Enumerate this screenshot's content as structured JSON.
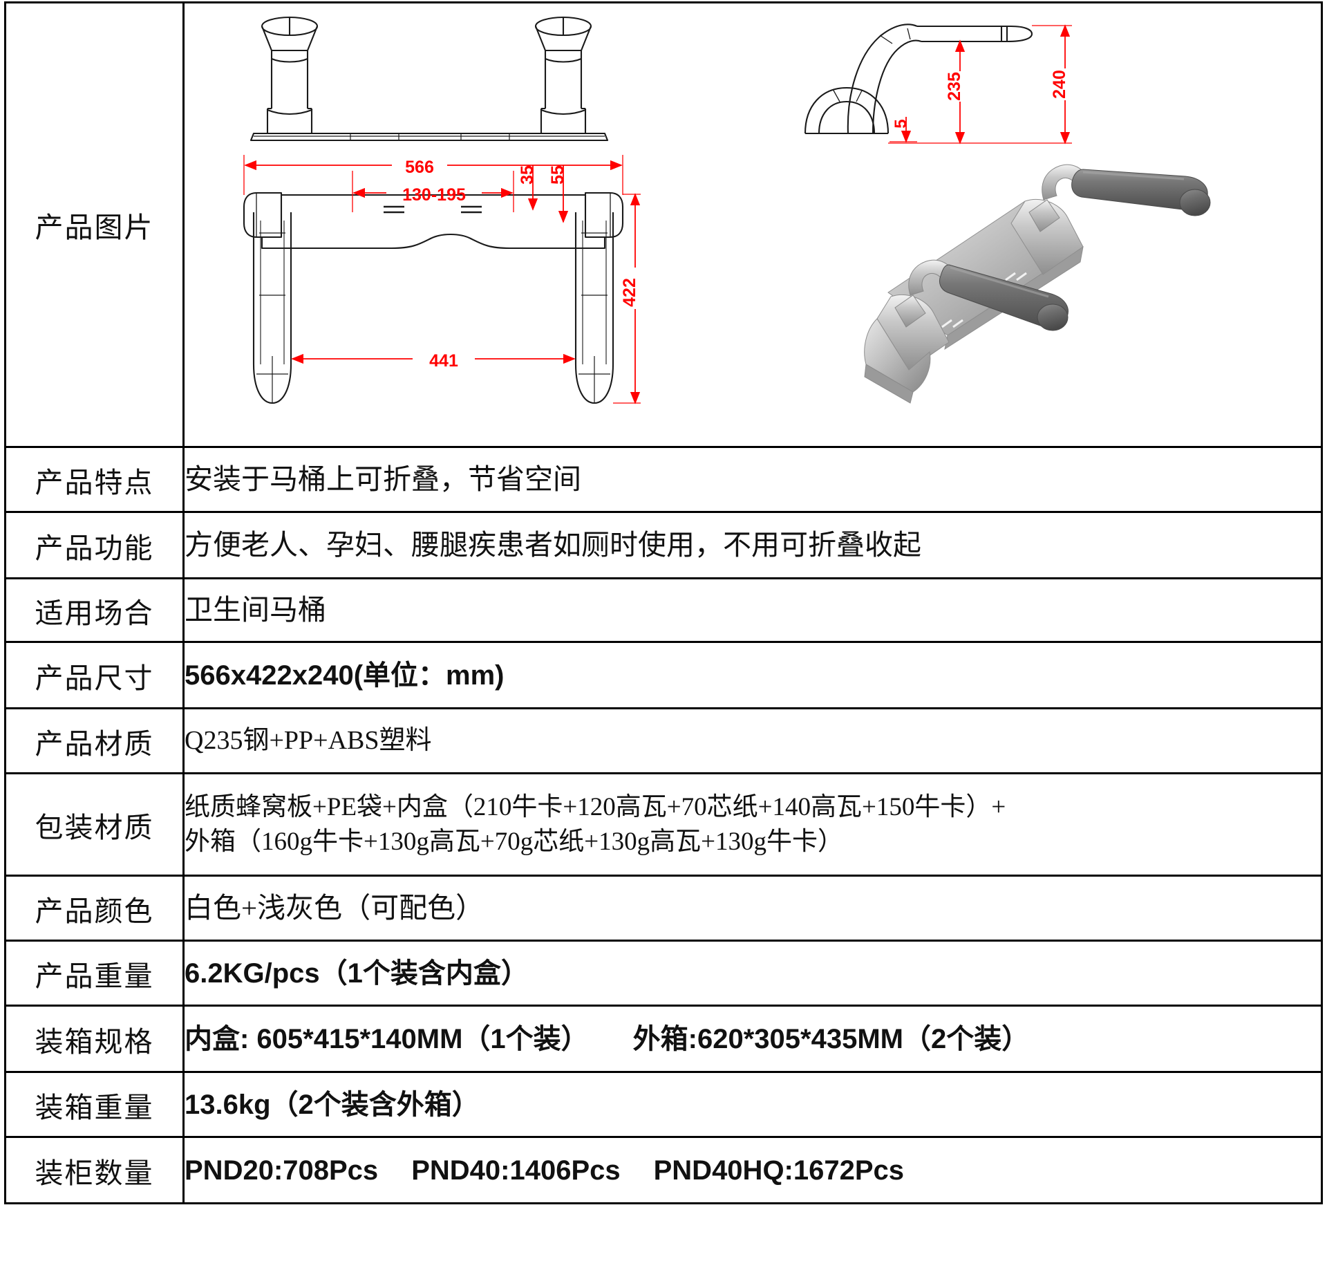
{
  "table": {
    "rows": [
      {
        "label": "产品图片",
        "type": "image"
      },
      {
        "label": "产品特点",
        "value": "安装于马桶上可折叠，节省空间"
      },
      {
        "label": "产品功能",
        "value": "方便老人、孕妇、腰腿疾患者如厕时使用，不用可折叠收起"
      },
      {
        "label": "适用场合",
        "value": "卫生间马桶"
      },
      {
        "label": "产品尺寸",
        "value": "566x422x240(单位：mm)"
      },
      {
        "label": "产品材质",
        "value": "Q235钢+PP+ABS塑料"
      },
      {
        "label": "包装材质",
        "line1": "纸质蜂窝板+PE袋+内盒（210牛卡+120高瓦+70芯纸+140高瓦+150牛卡）+",
        "line2": "外箱（160g牛卡+130g高瓦+70g芯纸+130g高瓦+130g牛卡）"
      },
      {
        "label": "产品颜色",
        "value": "白色+浅灰色（可配色）"
      },
      {
        "label": "产品重量",
        "value": "6.2KG/pcs（1个装含内盒）"
      },
      {
        "label": "装箱规格",
        "part1": "内盒: 605*415*140MM（1个装）",
        "part2": "外箱:620*305*435MM（2个装）"
      },
      {
        "label": "装箱重量",
        "value": "13.6kg（2个装含外箱）"
      },
      {
        "label": "装柜数量",
        "part1": "PND20:708Pcs",
        "part2": "PND40:1406Pcs",
        "part3": "PND40HQ:1672Pcs"
      }
    ]
  },
  "drawing": {
    "dimension_color": "#ff0000",
    "line_color": "#1a1a1a",
    "dimensions": {
      "overall_width": "566",
      "mount_range": "130-195",
      "slot_offset": "35",
      "slot_span": "55",
      "depth": "422",
      "inner_width": "441",
      "arm_height": "235",
      "total_height": "240",
      "base_lip": "5"
    },
    "views": {
      "front": "front-elevation-view",
      "side": "side-elevation-view",
      "top": "top-plan-view",
      "render": "isometric-3d-render"
    }
  }
}
